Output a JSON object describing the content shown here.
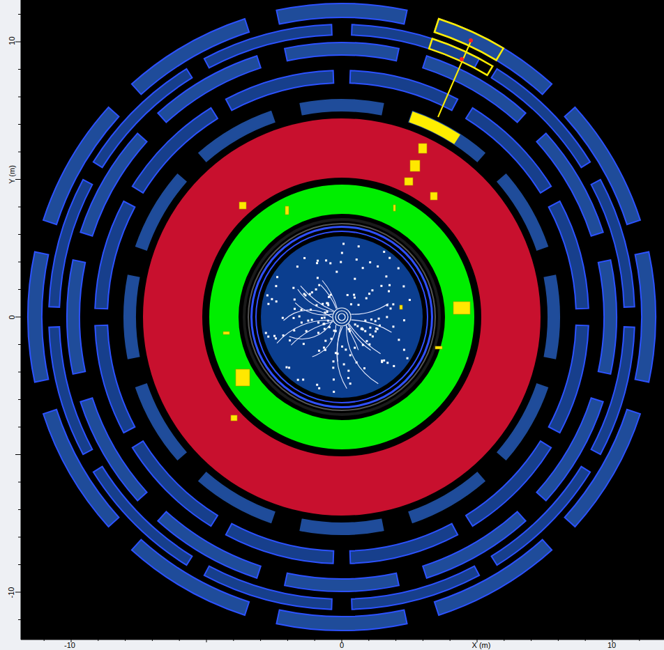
{
  "diagram": {
    "labels": [
      "10",
      "Y (m)",
      "0",
      "-10",
      "-10",
      "0",
      "X (m)",
      "10"
    ]
  }
}
